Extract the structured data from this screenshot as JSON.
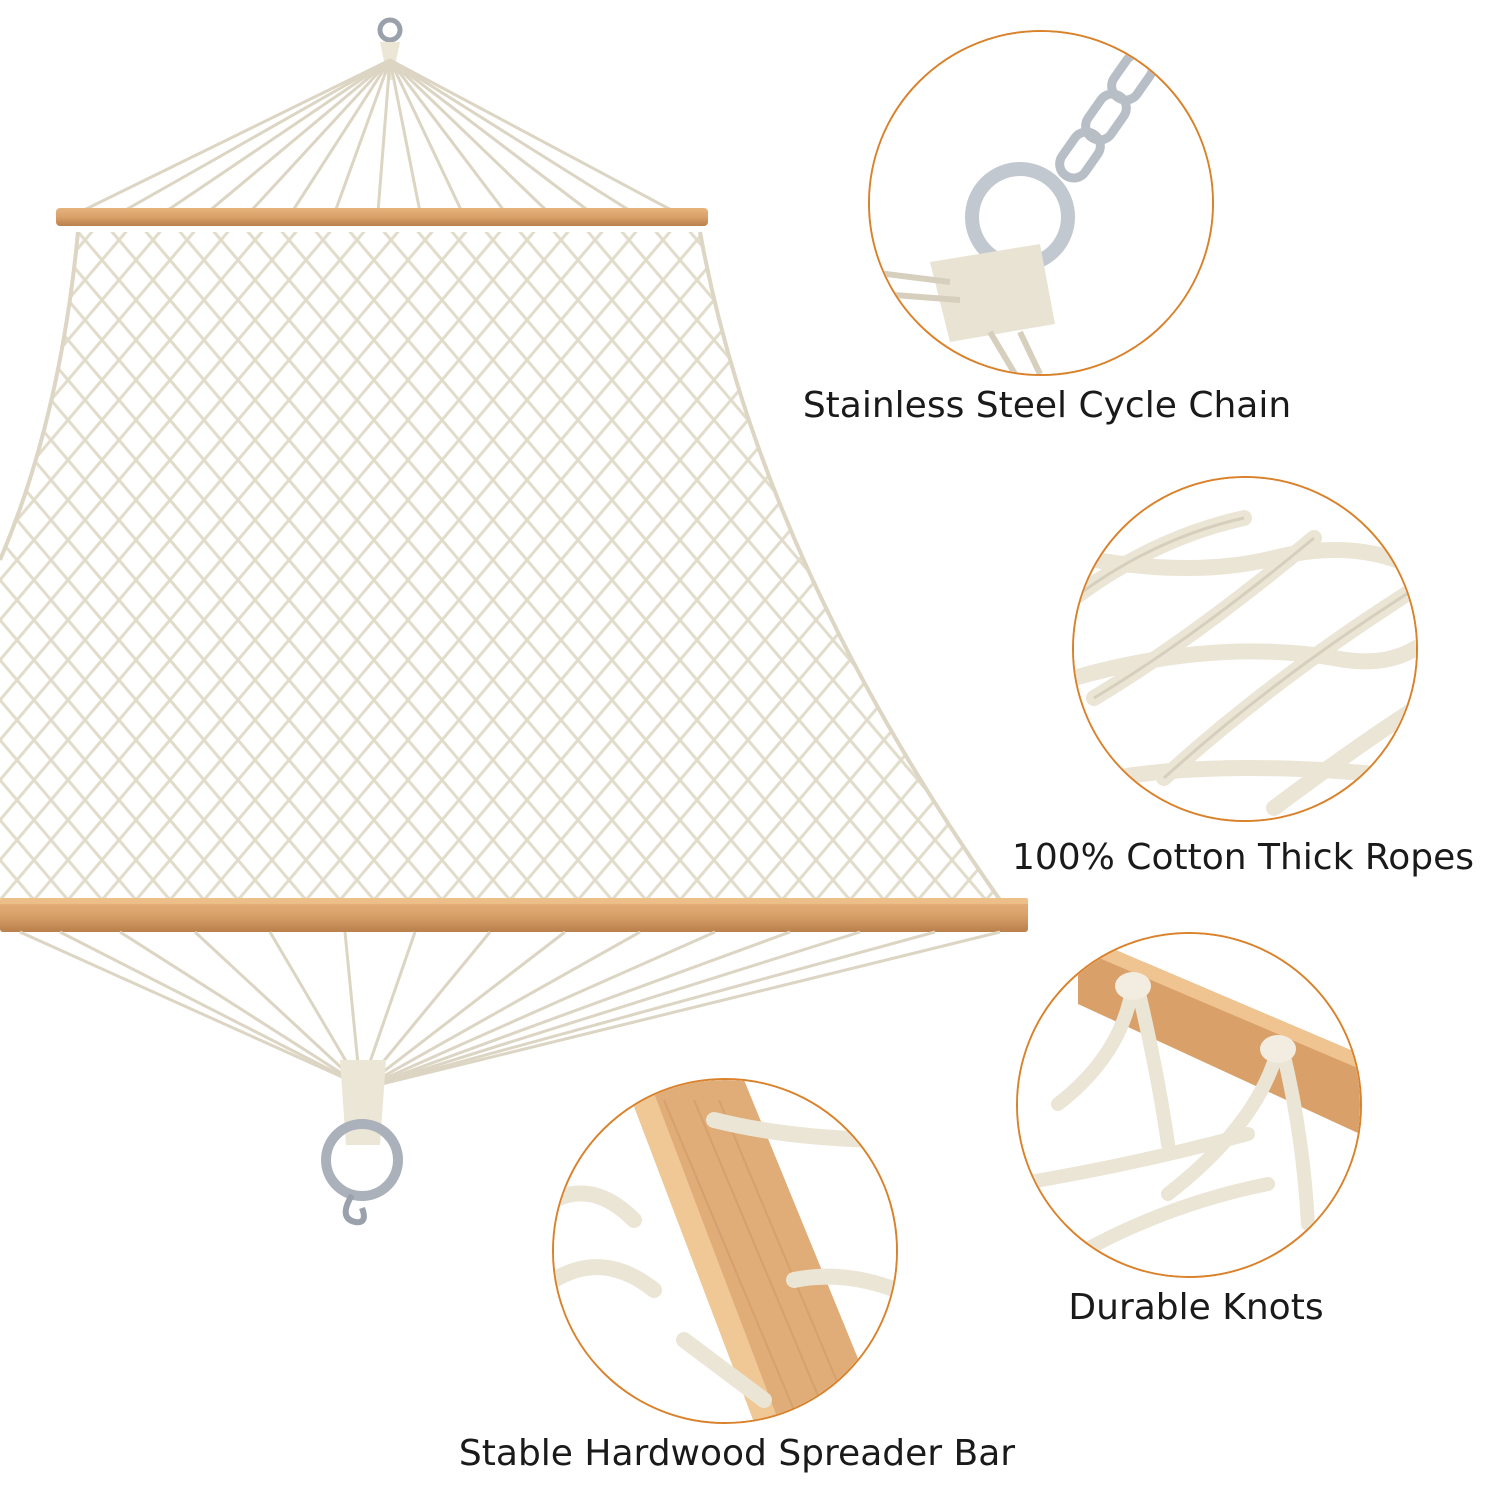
{
  "features": {
    "chain": {
      "label": "Stainless Steel Cycle Chain",
      "icon": "chain-ring-icon"
    },
    "ropes": {
      "label": "100% Cotton Thick Ropes",
      "icon": "rope-net-icon"
    },
    "knots": {
      "label": "Durable Knots",
      "icon": "knot-icon"
    },
    "bar": {
      "label": "Stable Hardwood Spreader Bar",
      "icon": "spreader-bar-icon"
    }
  },
  "colors": {
    "accent_ring": "#d9822b",
    "rope": "#e8e2d2",
    "wood": "#d9a06a",
    "steel": "#b8bec6"
  }
}
